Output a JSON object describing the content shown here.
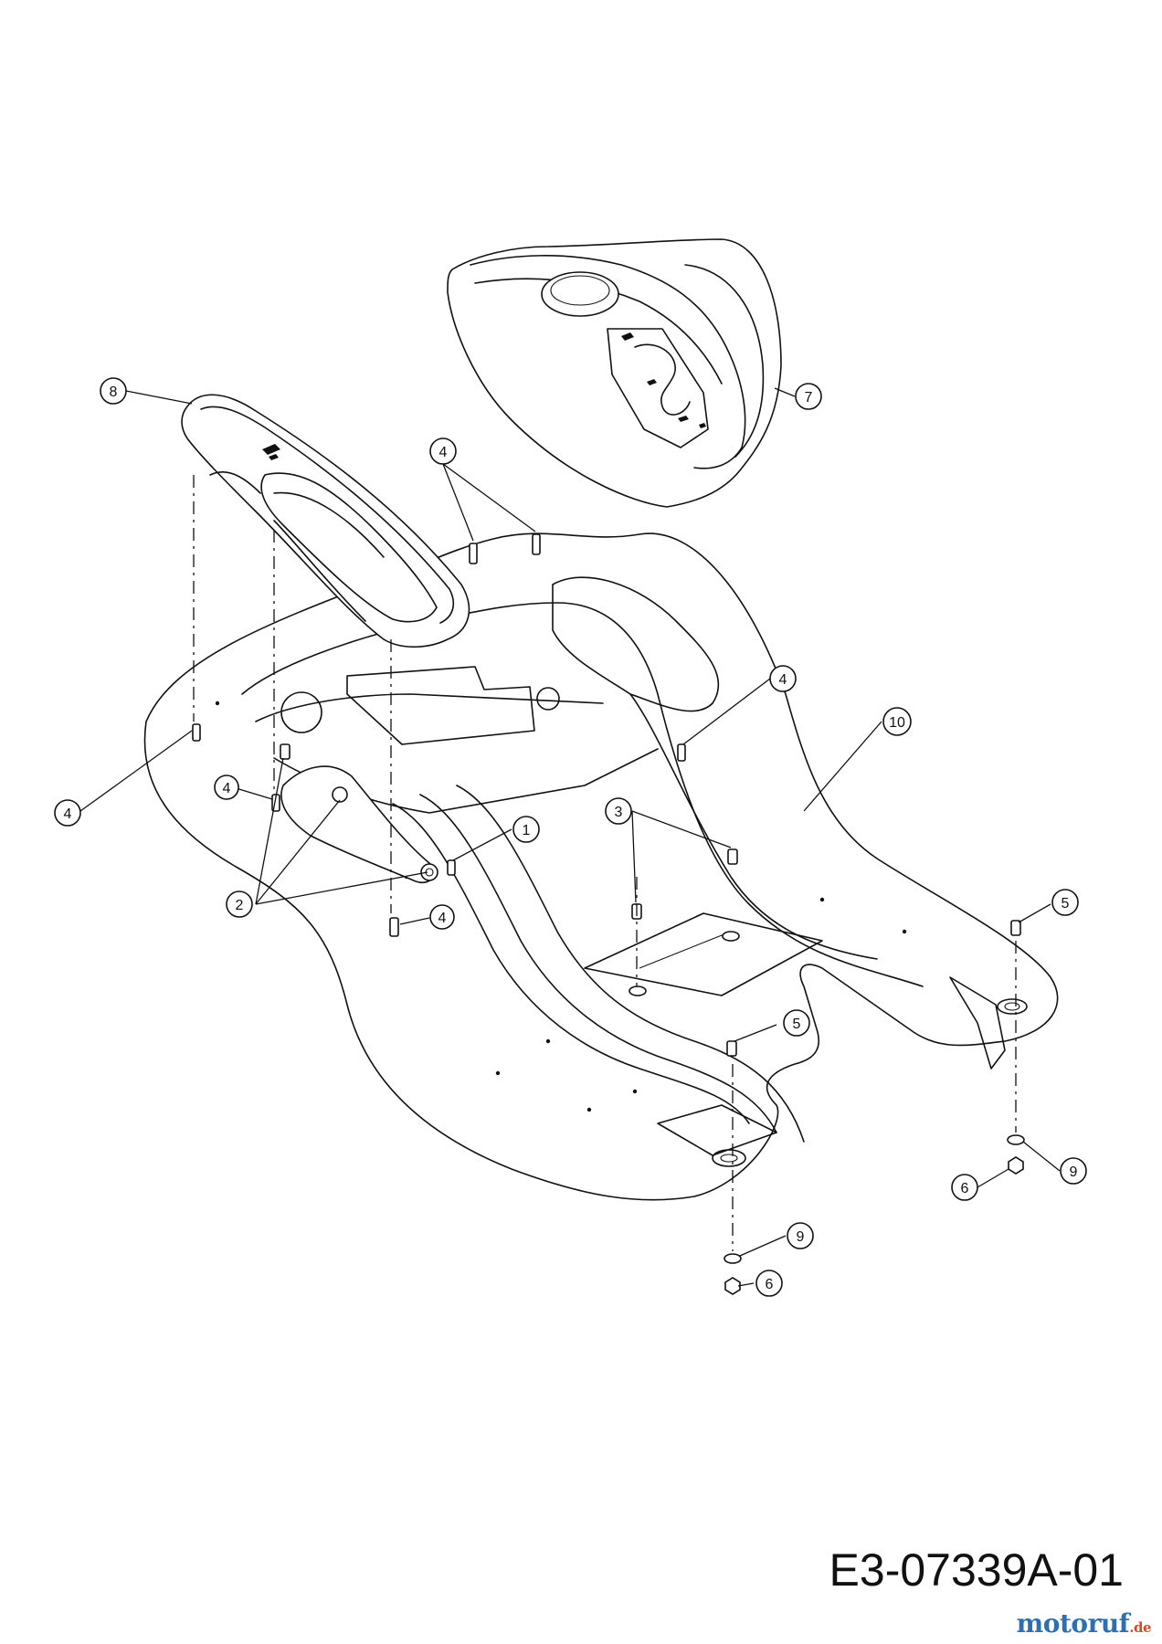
{
  "drawing_code": "E3-07339A-01",
  "watermark": {
    "name": "motoruf",
    "suffix": ".de"
  },
  "callouts": [
    {
      "id": "callout-8",
      "label": "8"
    },
    {
      "id": "callout-7",
      "label": "7"
    },
    {
      "id": "callout-4a",
      "label": "4"
    },
    {
      "id": "callout-4b",
      "label": "4"
    },
    {
      "id": "callout-4c",
      "label": "4"
    },
    {
      "id": "callout-4d",
      "label": "4"
    },
    {
      "id": "callout-4e",
      "label": "4"
    },
    {
      "id": "callout-10",
      "label": "10"
    },
    {
      "id": "callout-3",
      "label": "3"
    },
    {
      "id": "callout-1",
      "label": "1"
    },
    {
      "id": "callout-2",
      "label": "2"
    },
    {
      "id": "callout-5a",
      "label": "5"
    },
    {
      "id": "callout-5b",
      "label": "5"
    },
    {
      "id": "callout-9a",
      "label": "9"
    },
    {
      "id": "callout-6a",
      "label": "6"
    },
    {
      "id": "callout-9b",
      "label": "9"
    },
    {
      "id": "callout-6b",
      "label": "6"
    }
  ]
}
